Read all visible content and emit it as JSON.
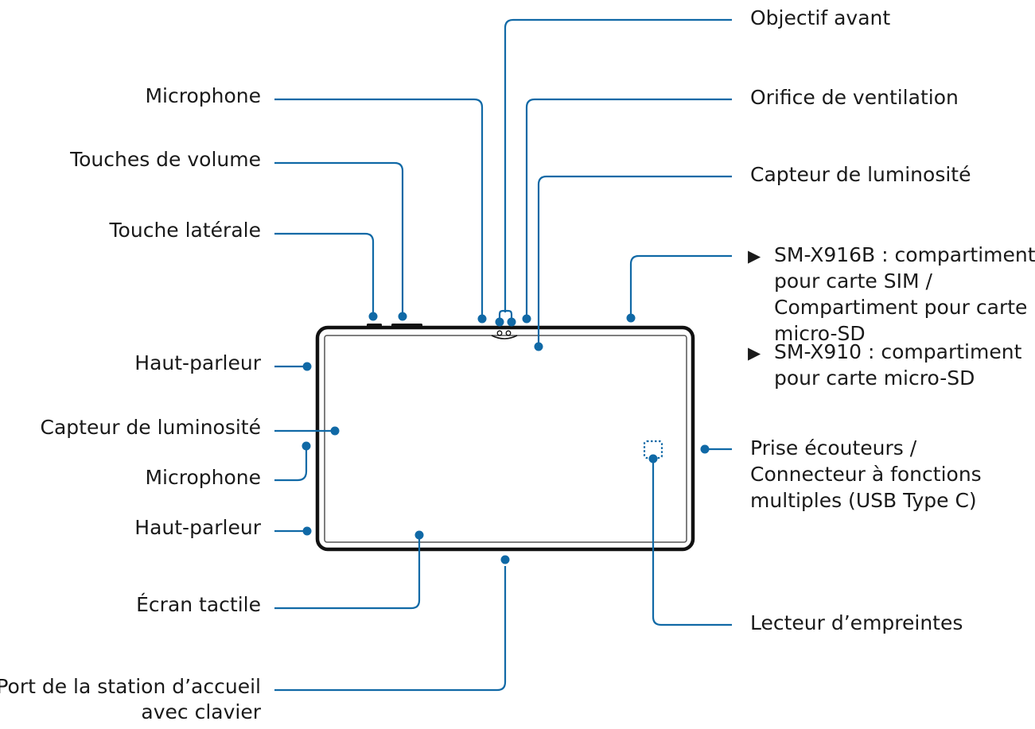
{
  "colors": {
    "accent": "#1069a6",
    "device_outline": "#111111",
    "text": "#1a1a1a"
  },
  "labels_left": {
    "microphone_top": "Microphone",
    "volume_keys": "Touches de volume",
    "side_key": "Touche latérale",
    "speaker_top": "Haut-parleur",
    "light_sensor_left": "Capteur de luminosité",
    "microphone_left": "Microphone",
    "speaker_bottom": "Haut-parleur",
    "touchscreen": "Écran tactile",
    "keyboard_dock": [
      "Port de la station d’accueil",
      "avec clavier"
    ]
  },
  "labels_right": {
    "front_camera": "Objectif avant",
    "vent": "Orifice de ventilation",
    "light_sensor_top": "Capteur de luminosité",
    "sim_tray_b": [
      "SM-X916B : compartiment",
      "pour carte SIM /",
      "Compartiment pour carte",
      "micro-SD"
    ],
    "sim_tray_910": [
      "SM-X910 : compartiment",
      "pour carte micro-SD"
    ],
    "earphone_usb": [
      "Prise écouteurs /",
      "Connecteur à fonctions",
      "multiples (USB Type C)"
    ],
    "fingerprint": "Lecteur d’empreintes"
  },
  "bullet_glyph": "▶"
}
